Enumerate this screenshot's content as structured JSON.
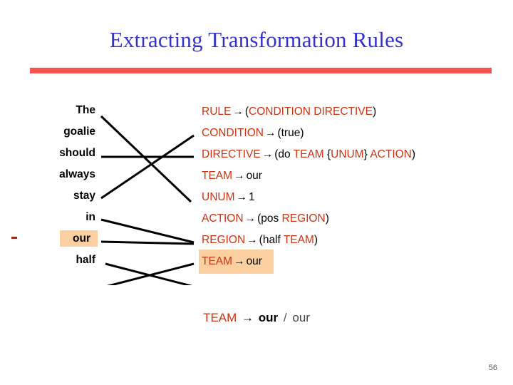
{
  "slide": {
    "title": "Extracting Transformation Rules",
    "page_number": "56",
    "accent_bar_color": "#f4544c",
    "title_color": "#3333cc",
    "nonterminal_color": "#cc3311",
    "terminal_color": "#000000",
    "highlight_color": "#fbcfa0"
  },
  "sentence": {
    "words": [
      {
        "text": "The",
        "highlighted": false,
        "tick": false
      },
      {
        "text": "goalie",
        "highlighted": false,
        "tick": false
      },
      {
        "text": "should",
        "highlighted": false,
        "tick": false
      },
      {
        "text": "always",
        "highlighted": false,
        "tick": false
      },
      {
        "text": "stay",
        "highlighted": false,
        "tick": false
      },
      {
        "text": "in",
        "highlighted": false,
        "tick": false
      },
      {
        "text": "our",
        "highlighted": true,
        "tick": true
      },
      {
        "text": "half",
        "highlighted": false,
        "tick": false
      }
    ]
  },
  "rules": {
    "items": [
      {
        "text": "RULE → (CONDITION DIRECTIVE)",
        "highlighted": false,
        "tokens": [
          {
            "t": "RULE",
            "k": "nt"
          },
          {
            "t": "→",
            "k": "arrow"
          },
          {
            "t": "(",
            "k": "tm"
          },
          {
            "t": "CONDITION DIRECTIVE",
            "k": "nt"
          },
          {
            "t": ")",
            "k": "tm"
          }
        ]
      },
      {
        "text": "CONDITION → (true)",
        "highlighted": false,
        "tokens": [
          {
            "t": "CONDITION",
            "k": "nt"
          },
          {
            "t": "→",
            "k": "arrow"
          },
          {
            "t": "(true)",
            "k": "tm"
          }
        ]
      },
      {
        "text": "DIRECTIVE → (do TEAM {UNUM} ACTION)",
        "highlighted": false,
        "tokens": [
          {
            "t": "DIRECTIVE",
            "k": "nt"
          },
          {
            "t": "→",
            "k": "arrow"
          },
          {
            "t": "(do ",
            "k": "tm"
          },
          {
            "t": "TEAM",
            "k": "nt"
          },
          {
            "t": " {",
            "k": "tm"
          },
          {
            "t": "UNUM",
            "k": "nt"
          },
          {
            "t": "} ",
            "k": "tm"
          },
          {
            "t": "ACTION",
            "k": "nt"
          },
          {
            "t": ")",
            "k": "tm"
          }
        ]
      },
      {
        "text": "TEAM → our",
        "highlighted": false,
        "tokens": [
          {
            "t": "TEAM",
            "k": "nt"
          },
          {
            "t": "→",
            "k": "arrow"
          },
          {
            "t": "our",
            "k": "tm"
          }
        ]
      },
      {
        "text": "UNUM → 1",
        "highlighted": false,
        "tokens": [
          {
            "t": "UNUM",
            "k": "nt"
          },
          {
            "t": "→",
            "k": "arrow"
          },
          {
            "t": "1",
            "k": "tm"
          }
        ]
      },
      {
        "text": "ACTION → (pos REGION)",
        "highlighted": false,
        "tokens": [
          {
            "t": "ACTION",
            "k": "nt"
          },
          {
            "t": "→",
            "k": "arrow"
          },
          {
            "t": "(pos ",
            "k": "tm"
          },
          {
            "t": "REGION",
            "k": "nt"
          },
          {
            "t": ")",
            "k": "tm"
          }
        ]
      },
      {
        "text": "REGION → (half TEAM)",
        "highlighted": false,
        "tokens": [
          {
            "t": "REGION",
            "k": "nt"
          },
          {
            "t": "→",
            "k": "arrow"
          },
          {
            "t": "(half ",
            "k": "tm"
          },
          {
            "t": "TEAM",
            "k": "nt"
          },
          {
            "t": ")",
            "k": "tm"
          }
        ]
      },
      {
        "text": "TEAM → our",
        "highlighted": true,
        "tokens": [
          {
            "t": "TEAM",
            "k": "nt"
          },
          {
            "t": "→",
            "k": "arrow"
          },
          {
            "t": "our",
            "k": "tm"
          }
        ]
      }
    ]
  },
  "alignments": [
    {
      "word": "goalie",
      "rule": "UNUM → 1",
      "from_row": 1,
      "to_row": 4
    },
    {
      "word": "should",
      "rule": "DIRECTIVE → (do TEAM {UNUM} ACTION)",
      "from_row": 2,
      "to_row": 2
    },
    {
      "word": "always",
      "rule": "CONDITION → (true)",
      "from_row": 3,
      "to_row": 1
    },
    {
      "word": "stay",
      "rule": "ACTION → (pos REGION)",
      "from_row": 4,
      "to_row": 5
    },
    {
      "word": "in",
      "rule": "ACTION → (pos REGION)",
      "from_row": 5,
      "to_row": 5
    },
    {
      "word": "our",
      "rule": "TEAM → our",
      "from_row": 6,
      "to_row": 7
    },
    {
      "word": "half",
      "rule": "REGION → (half TEAM)",
      "from_row": 7,
      "to_row": 6
    }
  ],
  "summary": {
    "nonterminal": "TEAM",
    "arrow": "→",
    "derived": "our",
    "separator": "/",
    "surface": "our",
    "full_text": "TEAM → our / our"
  }
}
